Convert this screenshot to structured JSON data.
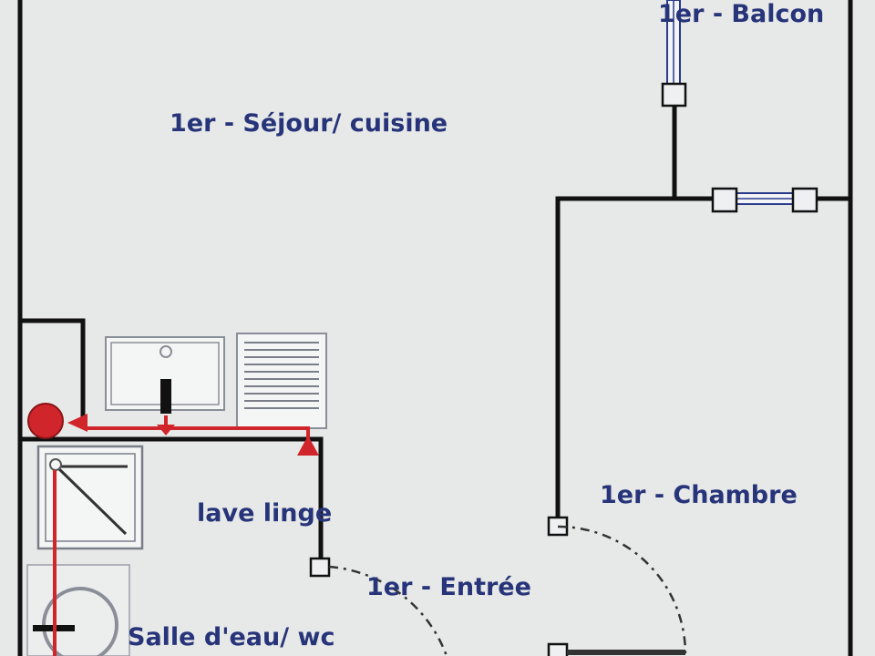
{
  "rooms": {
    "sejour": "1er - Séjour/ cuisine",
    "balcon": "1er - Balcon",
    "chambre": "1er - Chambre",
    "entree": "1er - Entrée",
    "salle_eau": "Salle d'eau/ wc"
  },
  "fixtures": {
    "washing_machine": "lave linge"
  },
  "colors": {
    "wall": "#111111",
    "label": "#27347a",
    "plumbing": "#d0252a",
    "fixture": "#8a8e98",
    "background": "#e6e9e7"
  }
}
